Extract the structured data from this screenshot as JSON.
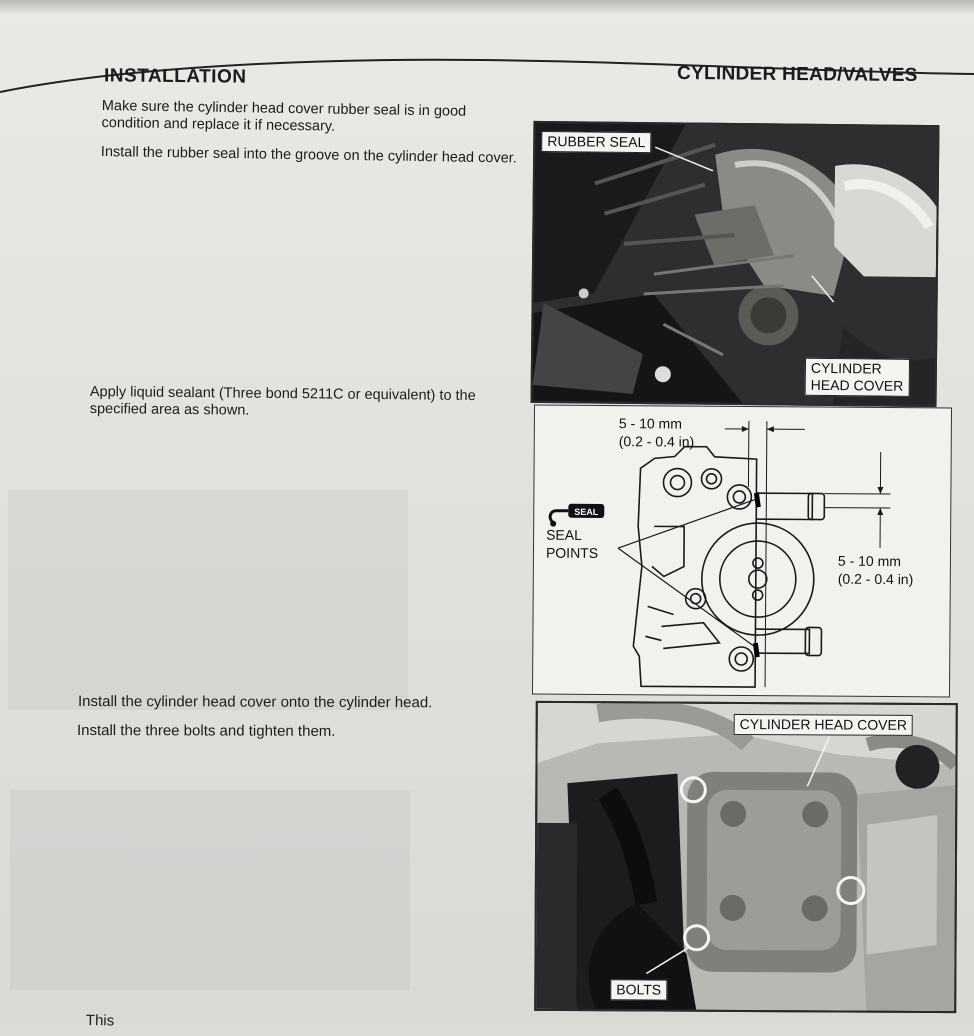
{
  "header": {
    "section_title": "INSTALLATION",
    "chapter_title": "CYLINDER HEAD/VALVES"
  },
  "steps": {
    "check_seal": "Make sure the cylinder head cover rubber seal is in good condition and replace it if necessary.",
    "install_seal": "Install the rubber seal into the groove on the cylinder head cover.",
    "apply_sealant": "Apply liquid sealant (Three bond 5211C or equivalent) to the specified area as shown.",
    "install_cover": "Install the cylinder head cover onto the cylinder head.",
    "install_bolts": "Install the three bolts and tighten them.",
    "cut_off": "This"
  },
  "figure1": {
    "rubber_seal_label": "RUBBER SEAL",
    "cover_label_line1": "CYLINDER",
    "cover_label_line2": "HEAD COVER"
  },
  "figure2": {
    "dimension_top_mm": "5 - 10 mm",
    "dimension_top_in": "(0.2 - 0.4 in)",
    "dimension_side_mm": "5 - 10 mm",
    "dimension_side_in": "(0.2 - 0.4 in)",
    "seal_icon_text": "SEAL",
    "seal_points_line1": "SEAL",
    "seal_points_line2": "POINTS"
  },
  "figure3": {
    "cover_label": "CYLINDER HEAD COVER",
    "bolts_label": "BOLTS"
  },
  "colors": {
    "paper": "#e6e6e2",
    "ink": "#1c1c1c"
  }
}
